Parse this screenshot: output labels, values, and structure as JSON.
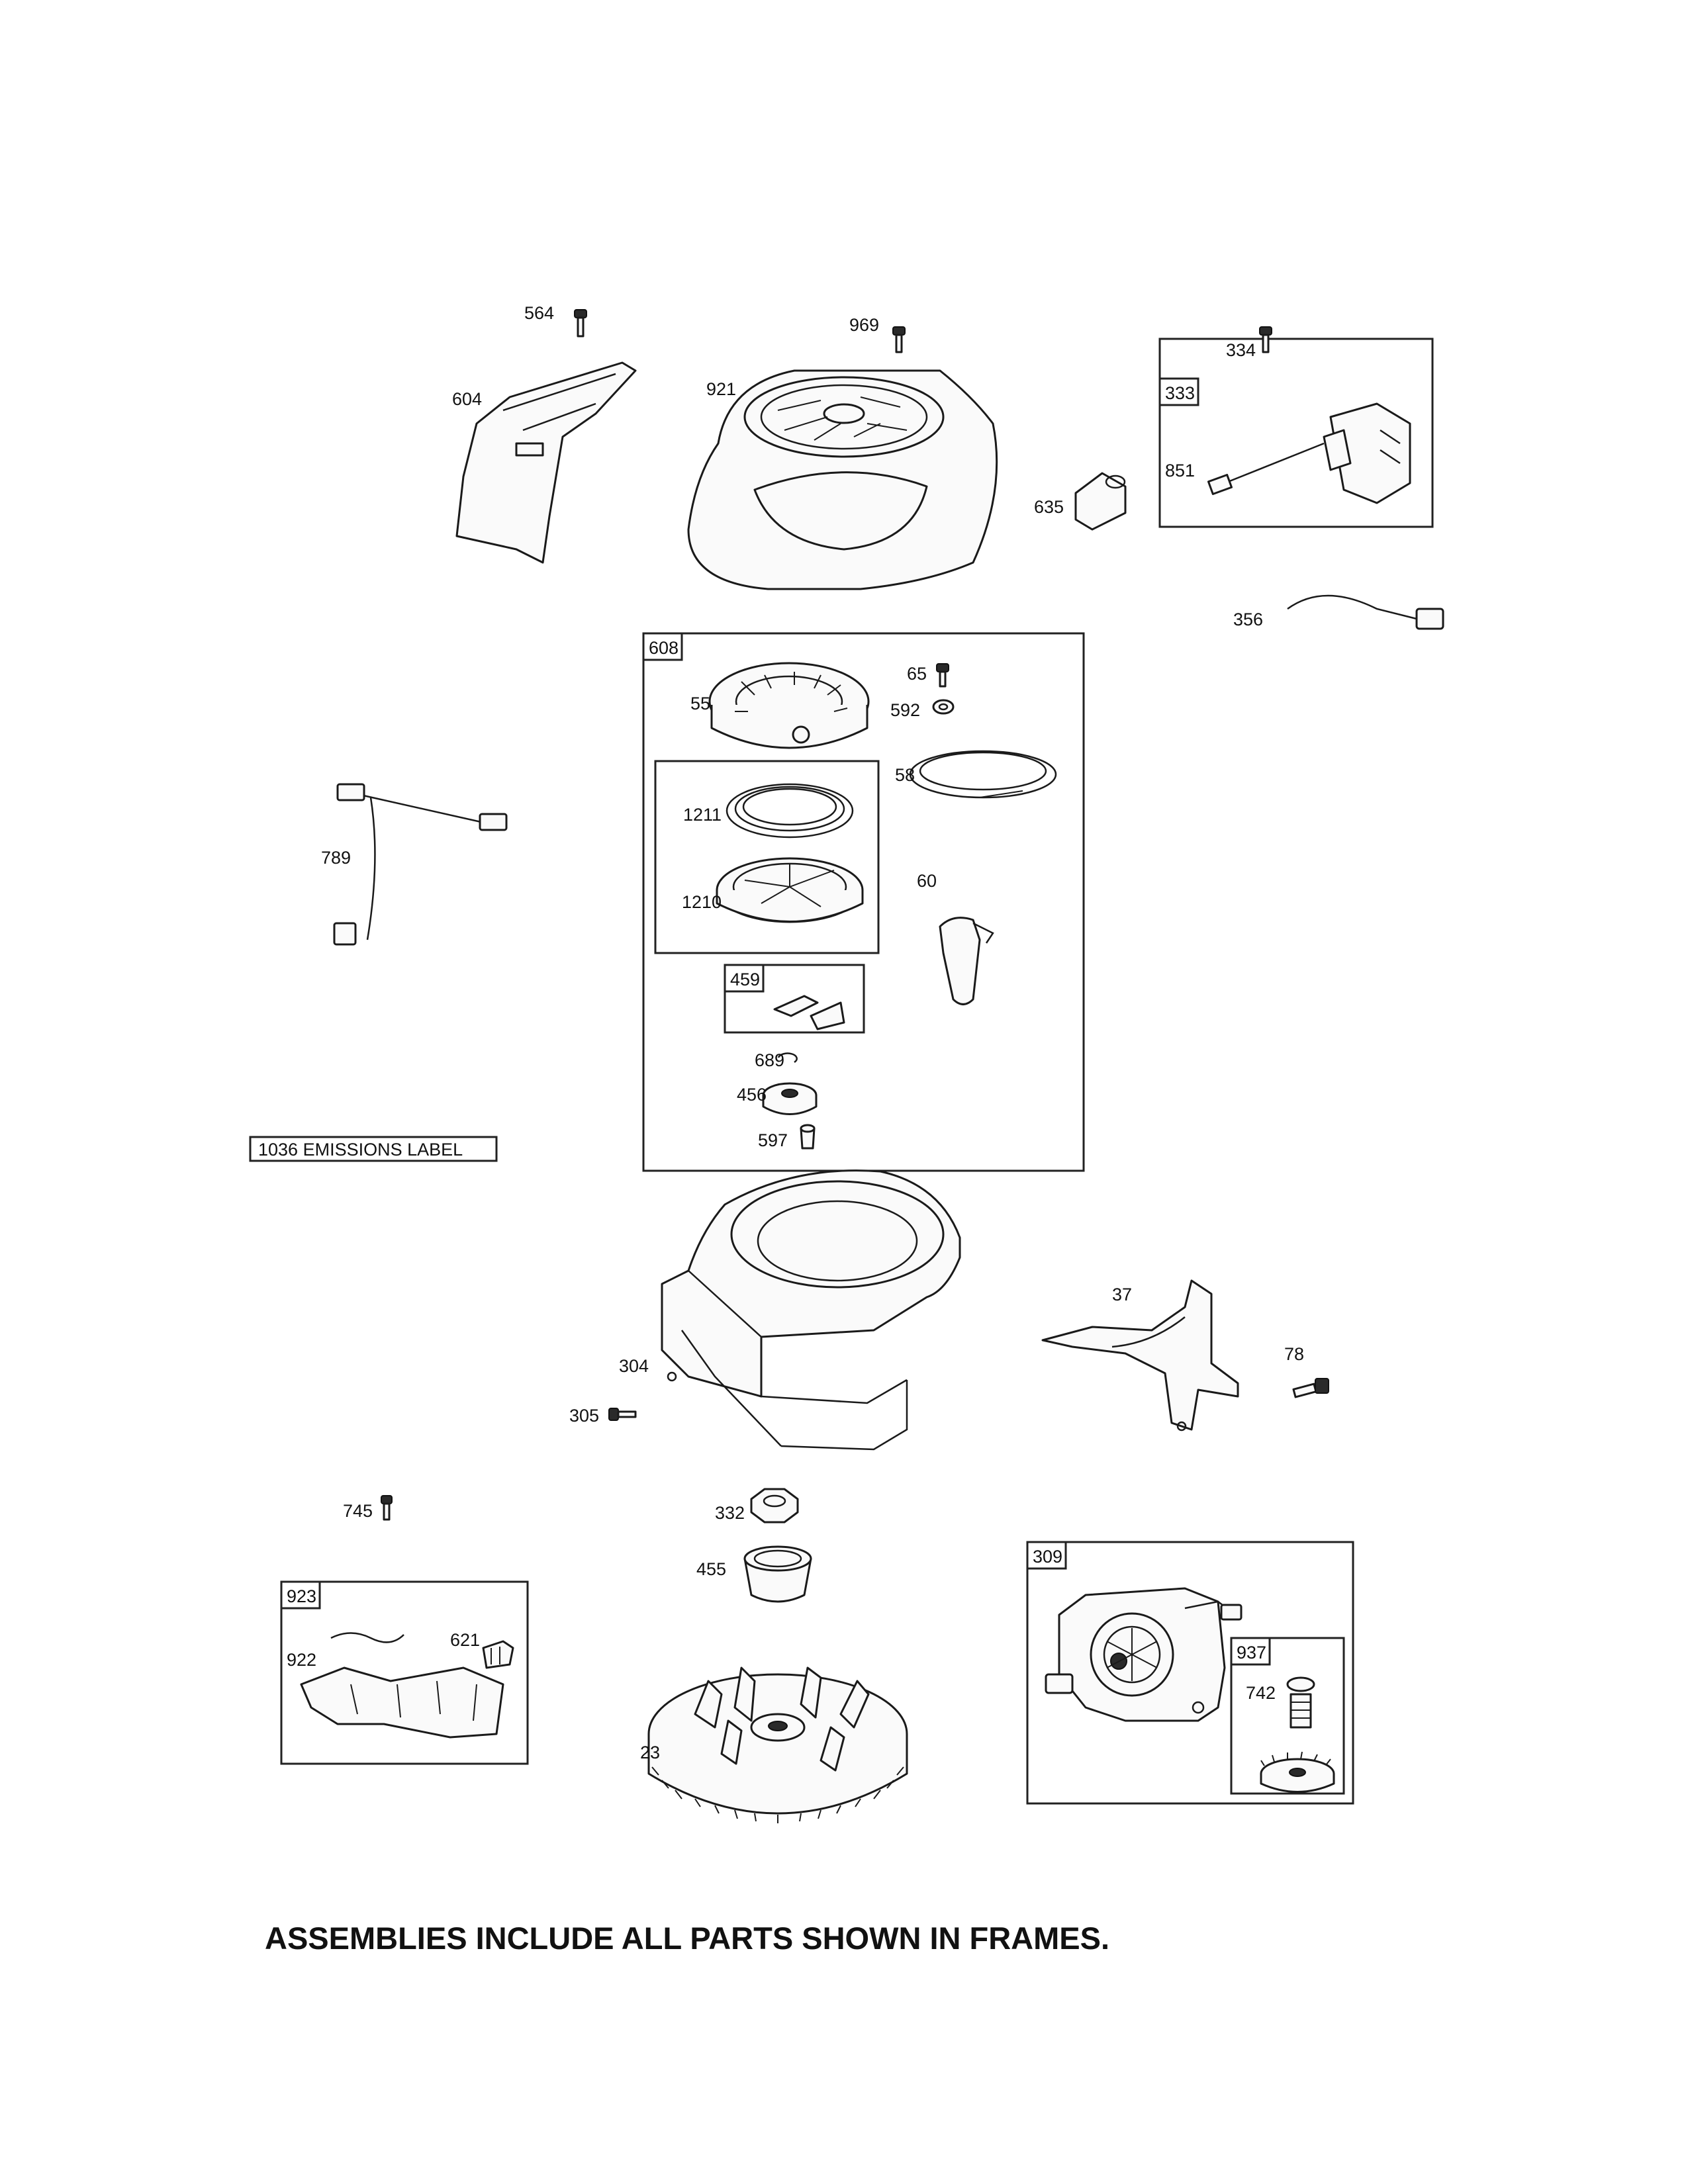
{
  "labels": {
    "p564": "564",
    "p969": "969",
    "p334": "334",
    "p604": "604",
    "p921": "921",
    "p635": "635",
    "p851": "851",
    "p356": "356",
    "p65": "65",
    "p592": "592",
    "p55": "55",
    "p58": "58",
    "p1211": "1211",
    "p1210": "1210",
    "p60": "60",
    "p789": "789",
    "p689": "689",
    "p456": "456",
    "p597": "597",
    "p37": "37",
    "p78": "78",
    "p304": "304",
    "p305": "305",
    "p745": "745",
    "p332": "332",
    "p455": "455",
    "p922": "922",
    "p621": "621",
    "p23": "23",
    "p742": "742"
  },
  "frames": {
    "f333": "333",
    "f608": "608",
    "f459": "459",
    "f923": "923",
    "f309": "309",
    "f937": "937"
  },
  "emissions_label": "1036 EMISSIONS LABEL",
  "footer_note": "ASSEMBLIES INCLUDE ALL PARTS SHOWN IN FRAMES."
}
